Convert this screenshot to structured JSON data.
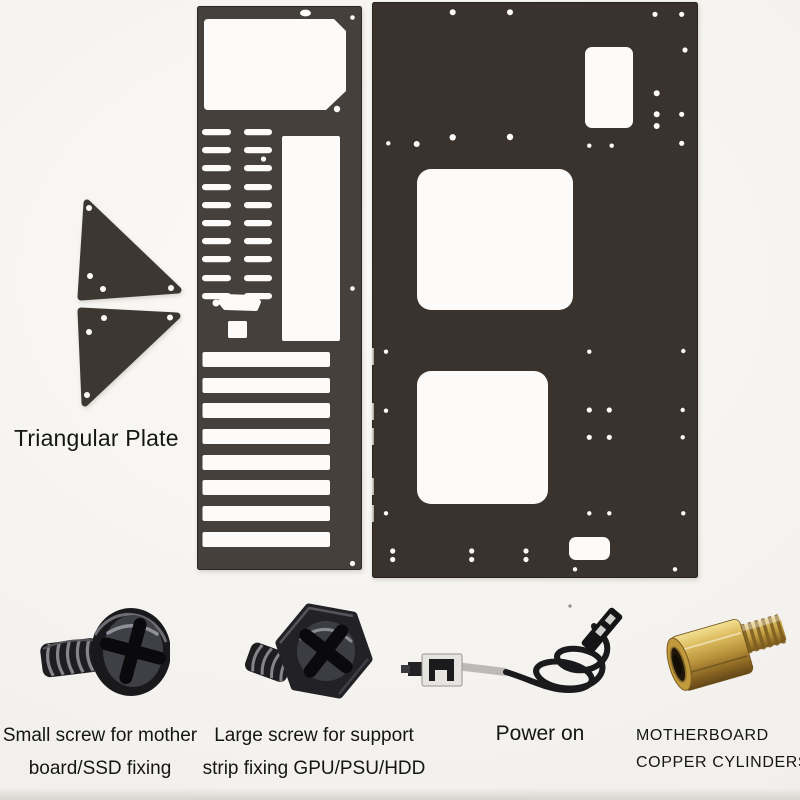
{
  "captions": {
    "triangular_plate": "Triangular Plate",
    "small_screw": [
      "Small screw for mother",
      "board/SSD fixing"
    ],
    "large_screw": [
      "Large screw for support",
      "strip fixing GPU/PSU/HDD"
    ],
    "power_switch": [
      "Power on"
    ],
    "copper_cylinder": [
      "MOTHERBOARD",
      "COPPER CYLINDERS"
    ]
  },
  "colors": {
    "background": "#f5f3ef",
    "tray_plate": "#3a332d",
    "io_panel": "#45403b",
    "triangle_plate": "#3d3732",
    "cutout_white": "#fcfbf9",
    "screw_black": "#1e1e21",
    "brass": "#c9a43c",
    "text": "#151515"
  }
}
